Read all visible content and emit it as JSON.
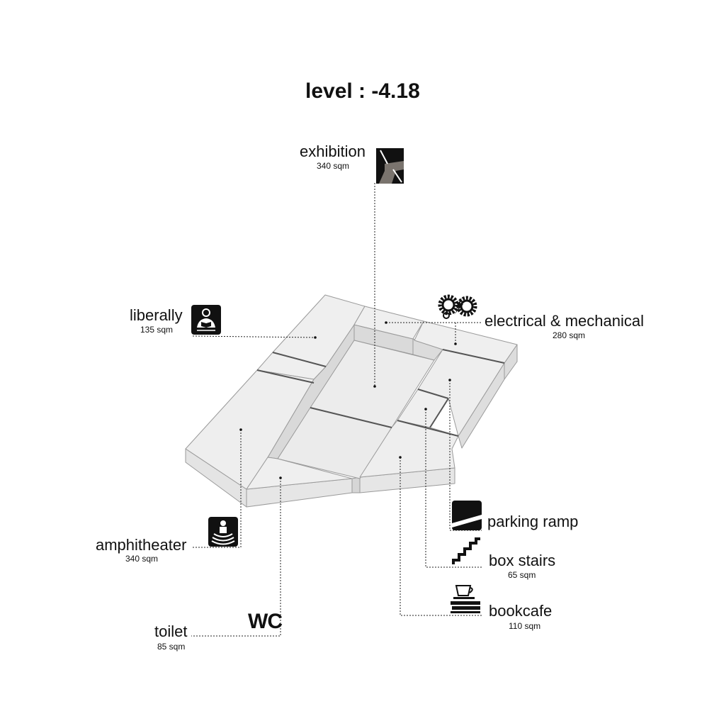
{
  "title": "level : -4.18",
  "spaces": {
    "exhibition": {
      "name": "exhibition",
      "area": "340 sqm"
    },
    "liberally": {
      "name": "liberally",
      "area": "135 sqm"
    },
    "electrical": {
      "name": "electrical & mechanical",
      "area": "280 sqm"
    },
    "amphitheater": {
      "name": "amphitheater",
      "area": "340 sqm"
    },
    "toilet": {
      "name": "toilet",
      "area": "85 sqm",
      "icon_text": "WC"
    },
    "parking": {
      "name": "parking ramp"
    },
    "stairs": {
      "name": "box stairs",
      "area": "65 sqm"
    },
    "bookcafe": {
      "name": "bookcafe",
      "area": "110 sqm"
    }
  },
  "colors": {
    "top": "#ededed",
    "side": "#e2e2e2",
    "edge": "#9a9a9a",
    "divider": "#555555"
  }
}
